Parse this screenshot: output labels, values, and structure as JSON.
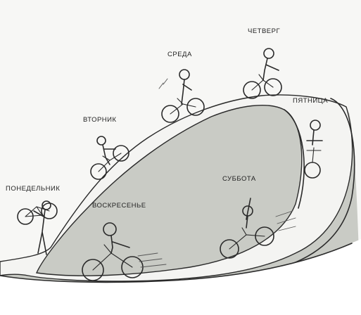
{
  "days": {
    "monday": "ПОНЕДЕЛЬНИК",
    "tuesday": "ВТОРНИК",
    "wednesday": "СРЕДА",
    "thursday": "ЧЕТВЕРГ",
    "friday": "ПЯТНИЦА",
    "saturday": "СУББОТА",
    "sunday": "ВОСКРЕСЕНЬЕ"
  },
  "colors": {
    "hill_fill": "#c9cbc5",
    "road_fill": "#f4f4f2",
    "ink": "#2a2a2a"
  }
}
